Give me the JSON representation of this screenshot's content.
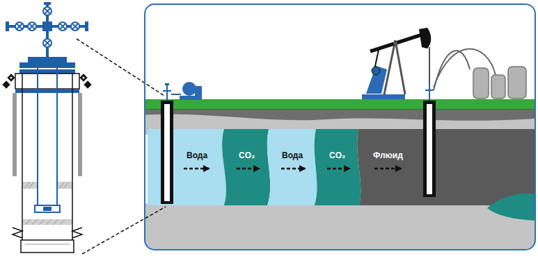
{
  "diagram": {
    "nodes": [
      {
        "text": [
          "Вода"
        ]
      },
      {
        "text": [
          "CO₂"
        ]
      },
      {
        "text": [
          "Вода"
        ]
      },
      {
        "text": [
          "CO₂"
        ]
      },
      {
        "text": [
          "Флюид"
        ]
      }
    ]
  }
}
